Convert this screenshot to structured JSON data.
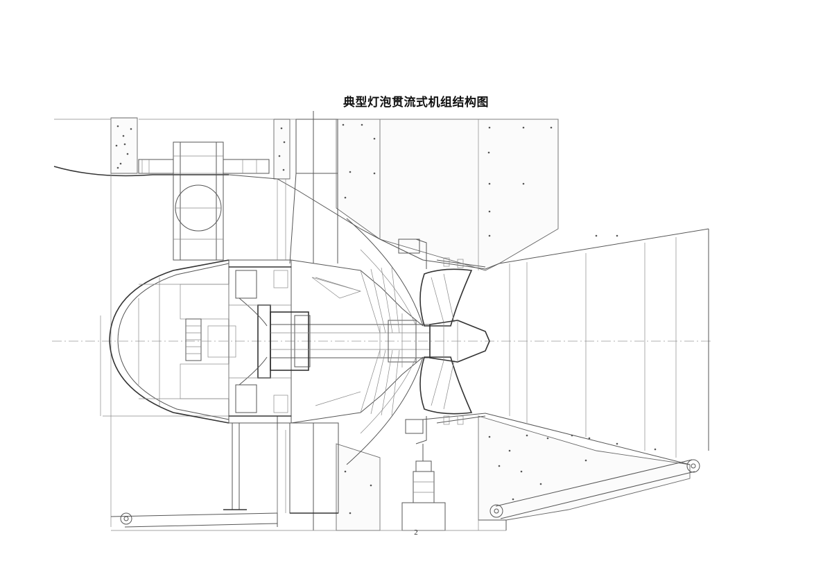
{
  "page": {
    "title": "典型灯泡贯流式机组结构图",
    "page_number": "2"
  },
  "drawing": {
    "subject": "bulb-turbine-unit-section",
    "colors": {
      "line": "#555555",
      "heavy": "#333333",
      "background": "#ffffff"
    }
  }
}
